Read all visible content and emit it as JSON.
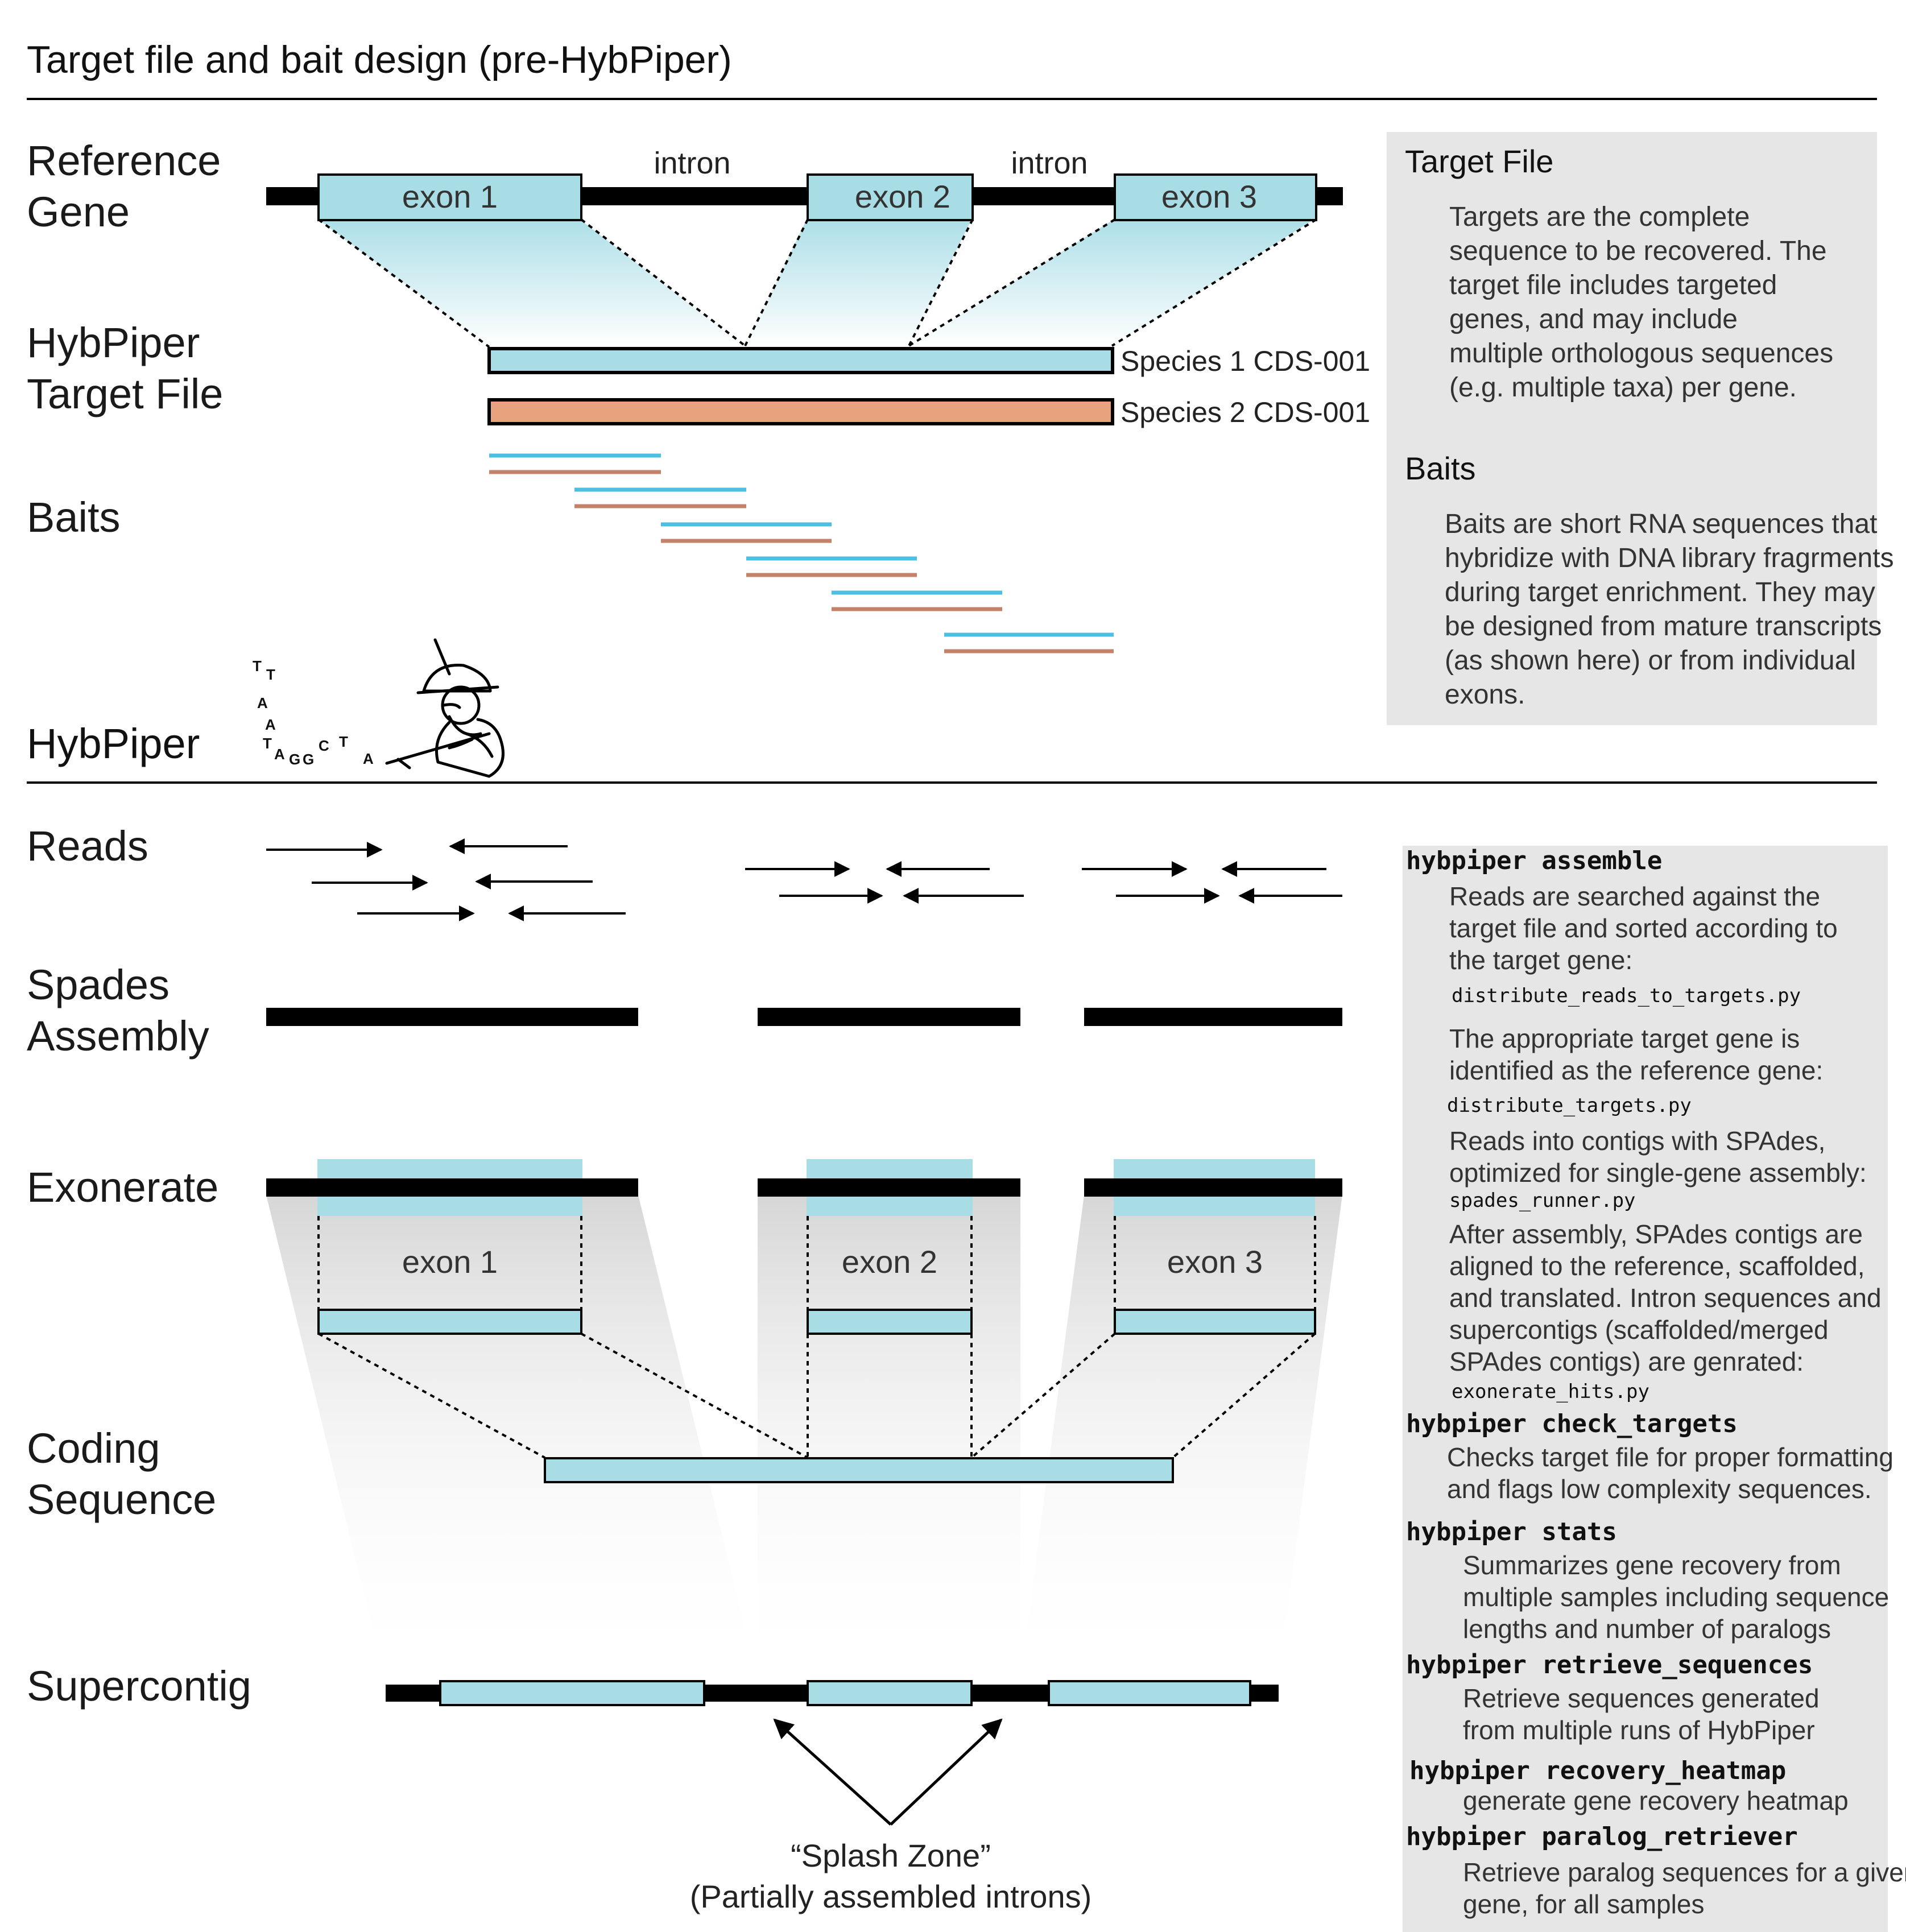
{
  "sections": {
    "bait_design_title": "Target file and bait design (pre-HybPiper)",
    "hybpiper_title": "HybPiper"
  },
  "row_labels": {
    "reference_gene": [
      "Reference",
      "Gene"
    ],
    "target_file": [
      "HybPiper",
      "Target File"
    ],
    "baits": "Baits",
    "reads": "Reads",
    "spades": [
      "Spades",
      "Assembly"
    ],
    "exonerate": "Exonerate",
    "coding_sequence": [
      "Coding",
      "Sequence"
    ],
    "supercontig": "Supercontig"
  },
  "gene_model": {
    "exon1": "exon 1",
    "exon2": "exon 2",
    "exon3": "exon 3",
    "intron1": "intron",
    "intron2": "intron"
  },
  "targets": {
    "species1": "Species 1 CDS-001",
    "species2": "Species 2 CDS-001"
  },
  "exonerate_labels": {
    "exon1": "exon 1",
    "exon2": "exon 2",
    "exon3": "exon 3"
  },
  "splash_zone": {
    "line1": "“Splash Zone”",
    "line2": "(Partially assembled introns)"
  },
  "mascot": {
    "dna_letters": [
      "T",
      "T",
      "A",
      "A",
      "T",
      "A",
      "G",
      "G",
      "C",
      "T",
      "A"
    ],
    "icon": "fiddler-sketch-icon"
  },
  "target_panel": {
    "heading_target": "Target File",
    "target_lines": [
      "Targets are the complete",
      "sequence to be recovered. The",
      "target file includes targeted",
      "genes, and may include",
      "multiple orthologous sequences",
      "(e.g. multiple taxa) per gene."
    ],
    "heading_baits": "Baits",
    "bait_lines": [
      "Baits are short RNA sequences that",
      "hybridize with DNA library fragrments",
      "during target enrichment. They may",
      "be designed from mature transcripts",
      "(as shown here) or from individual",
      "exons."
    ]
  },
  "commands_panel": {
    "assemble": {
      "cmd": "hybpiper assemble",
      "p1": [
        "Reads are searched against the",
        "target file and sorted according to",
        "the target gene:"
      ],
      "s1": "distribute_reads_to_targets.py",
      "p2": [
        "The appropriate target gene is",
        "identified as the reference gene:"
      ],
      "s2": "distribute_targets.py",
      "p3": [
        "Reads into contigs with SPAdes,",
        "optimized for single-gene assembly:"
      ],
      "s3": "spades_runner.py",
      "p4": [
        "After assembly, SPAdes contigs are",
        "aligned to the reference, scaffolded,",
        "and translated. Intron sequences and",
        "supercontigs (scaffolded/merged",
        "SPAdes contigs) are genrated:"
      ],
      "s4": "exonerate_hits.py"
    },
    "check_targets": {
      "cmd": "hybpiper check_targets",
      "lines": [
        "Checks target file for proper formatting",
        "and flags low complexity sequences."
      ]
    },
    "stats": {
      "cmd": "hybpiper stats",
      "lines": [
        "Summarizes gene recovery from",
        "multiple samples including sequence",
        "lengths and number of paralogs"
      ]
    },
    "retrieve_sequences": {
      "cmd": "hybpiper retrieve_sequences",
      "lines": [
        "Retrieve sequences generated",
        "from multiple runs of HybPiper"
      ]
    },
    "recovery_heatmap": {
      "cmd": "hybpiper recovery_heatmap",
      "lines": [
        "generate gene recovery heatmap"
      ]
    },
    "paralog_retriever": {
      "cmd": "hybpiper paralog_retriever",
      "lines": [
        "Retrieve paralog sequences for a given",
        "gene, for all samples"
      ]
    }
  },
  "colors": {
    "exon_fill": "#a8dde6",
    "species2_fill": "#e8a27e",
    "bait_blue": "#4dbfe3",
    "bait_orange": "#c4826a",
    "panel_bg": "#e6e6e6",
    "line": "#000000"
  }
}
